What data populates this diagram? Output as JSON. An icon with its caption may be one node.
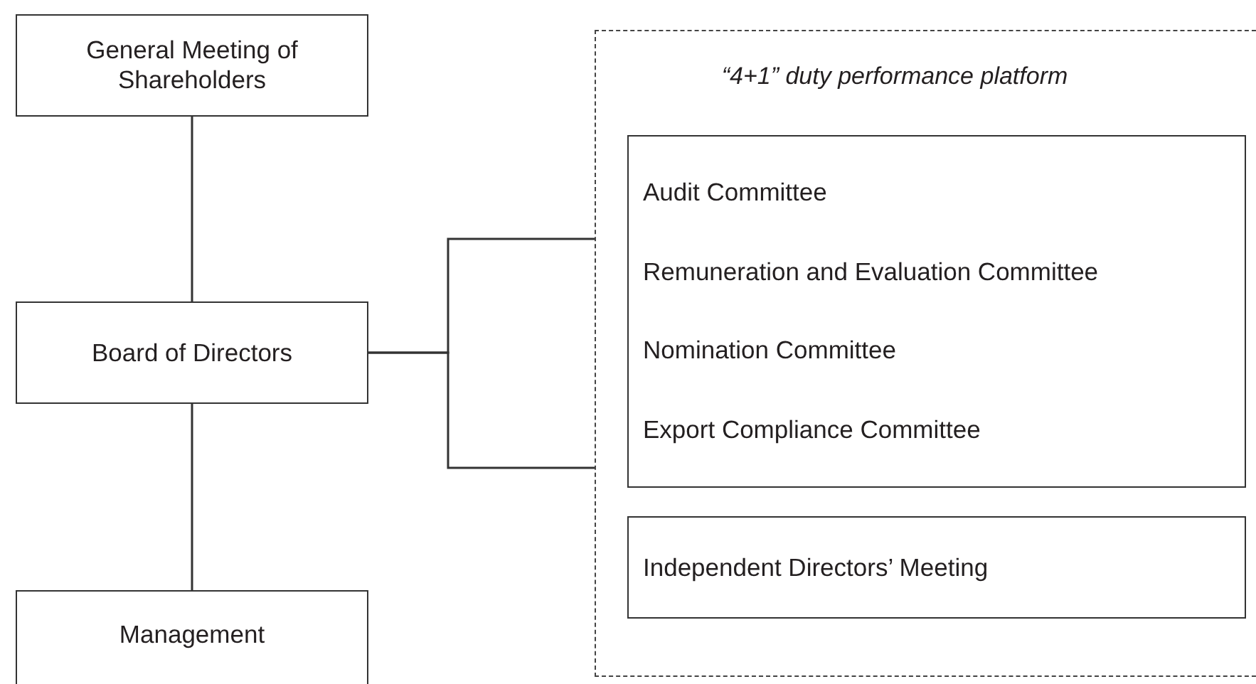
{
  "diagram": {
    "nodes": [
      {
        "text": [
          "General Meeting of Shareholders"
        ]
      },
      {
        "text": [
          "Board of Directors"
        ]
      },
      {
        "text": [
          "Management"
        ]
      },
      {
        "text": [
          "“4+1” duty performance platform"
        ]
      },
      {
        "text": [
          "Audit Committee",
          "Remuneration and Evaluation Committee",
          "Nomination Committee",
          "Export Compliance Committee"
        ],
        "in": 3
      },
      {
        "text": [
          "Independent Directors’ Meeting"
        ],
        "in": 3
      }
    ],
    "edges": [
      {
        "from": 0,
        "to": 1,
        "arrow": "none"
      },
      {
        "from": 1,
        "to": 2,
        "arrow": "none"
      },
      {
        "from": 1,
        "to": 3,
        "arrow": "none"
      },
      {
        "from": 1,
        "to": 3,
        "arrow": "none"
      }
    ]
  }
}
